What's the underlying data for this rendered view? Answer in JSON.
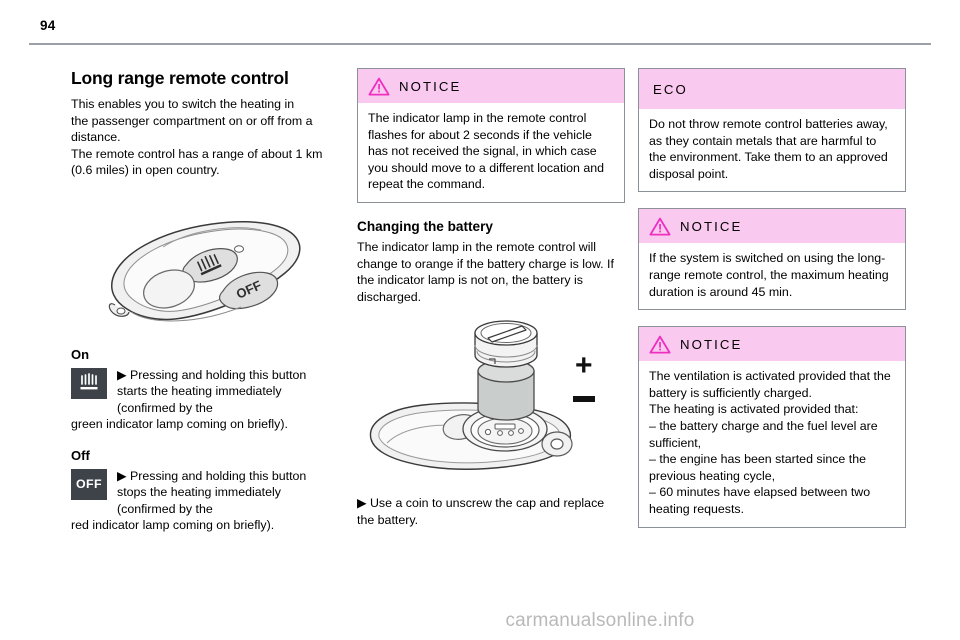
{
  "page": {
    "number": "94",
    "watermark": "carmanualsonline.info"
  },
  "left_column": {
    "title": "Long range remote control",
    "intro_lines": [
      "This enables you to switch the heating in",
      "the passenger compartment on or off from a",
      "distance.",
      "The remote control has a range of about 1 km",
      "(0.6 miles) in open country."
    ],
    "figure_remote_alt": "remote-control-key-fob",
    "on": {
      "heading": "On",
      "icon": "heating-symbol-icon",
      "text_indented": "▶  Pressing and holding this button starts the heating immediately (confirmed by the",
      "text_full": "green indicator lamp coming on briefly)."
    },
    "off": {
      "heading": "Off",
      "icon_label": "OFF",
      "text_indented": "▶  Pressing and holding this button stops the heating immediately (confirmed by the",
      "text_full": "red indicator lamp coming on briefly)."
    }
  },
  "middle_column": {
    "notice": {
      "title": "NOTICE",
      "icon": "warning-triangle-icon",
      "body": "The indicator lamp in the remote control flashes for about 2 seconds if the vehicle has not received the signal, in which case you should move to a different location and repeat the command."
    },
    "battery_section": {
      "title": "Changing the battery",
      "body": "The indicator lamp in the remote control will change to orange if the battery charge is low. If the indicator lamp is not on, the battery is discharged."
    },
    "figure_battery_alt": "battery-compartment-cap-diagram",
    "polarity": {
      "plus": "+",
      "minus": "−"
    },
    "instruction_indented": "▶  Use a coin to unscrew the cap and replace",
    "instruction_full": "the battery."
  },
  "right_column": {
    "eco": {
      "title": "ECO",
      "body": "Do not throw remote control batteries away, as they contain metals that are harmful to the environment. Take them to an approved disposal point."
    },
    "notice_1": {
      "title": "NOTICE",
      "icon": "warning-triangle-icon",
      "body": "If the system is switched on using the long-range remote control, the maximum heating duration is around 45 min."
    },
    "notice_2": {
      "title": "NOTICE",
      "icon": "warning-triangle-icon",
      "lines": [
        "The ventilation is activated provided that the battery is sufficiently charged.",
        "The heating is activated provided that:",
        "–  the battery charge and the fuel level are sufficient,",
        "–  the engine has been started since the previous heating cycle,",
        "–  60 minutes have elapsed between two heating requests."
      ]
    }
  },
  "colors": {
    "callout_header_bg": "#f9c9ef",
    "callout_border": "#8c9199",
    "warning_triangle": "#ee2fc0",
    "rule": "#9aa0a6",
    "key_button_bg": "#3d4348",
    "watermark": "#b9b9b9"
  }
}
